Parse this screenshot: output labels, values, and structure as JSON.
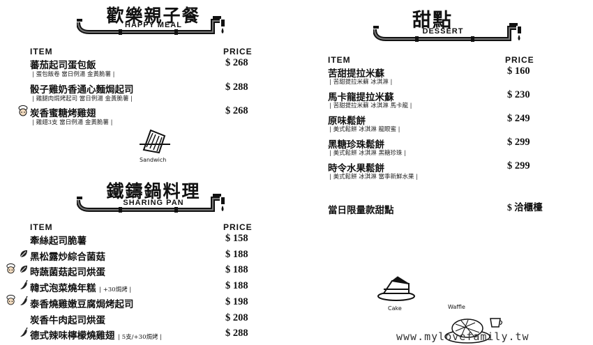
{
  "happy_meal": {
    "title": "歡樂親子餐",
    "subtitle": "HAPPY MEAL",
    "header_item": "ITEM",
    "header_price": "PRICE",
    "items": [
      {
        "name": "蕃茄起司蛋包飯",
        "sub": "| 蛋包飯卷 當日例湯 金黃脆薯 |",
        "price": "$ 268"
      },
      {
        "name": "骰子雞奶香通心麵焗起司",
        "sub": "| 雞腿肉焗烤起司 當日例湯 金黃脆薯 |",
        "price": "$ 288"
      },
      {
        "name": "炭香蜜糖烤雞翅",
        "sub": "| 雞翅3支 當日例湯 金黃脆薯 |",
        "price": "$ 268",
        "icon": "chef-kid-icon"
      }
    ]
  },
  "sandwich_label": "Sandwich",
  "sharing_pan": {
    "title": "鐵鑄鍋料理",
    "subtitle": "SHARING PAN",
    "header_item": "ITEM",
    "header_price": "PRICE",
    "items": [
      {
        "name": "牽絲起司脆薯",
        "price": "$ 158"
      },
      {
        "name": "黑松露炒綜合菌菇",
        "price": "$ 188",
        "icon": "leaf-icon"
      },
      {
        "name": "時蔬菌菇起司烘蛋",
        "price": "$ 188",
        "icon": "chef-kid-leaf-icon"
      },
      {
        "name": "韓式泡菜燒年糕",
        "extra": "| +30焗烤 |",
        "price": "$ 188",
        "icon": "chili-icon"
      },
      {
        "name": "泰香燒雞嫩豆腐焗烤起司",
        "price": "$ 198",
        "icon": "chef-kid-chili-icon"
      },
      {
        "name": "炭香牛肉起司烘蛋",
        "price": "$ 208"
      },
      {
        "name": "德式辣味檸檬燒雞翅",
        "extra": "| 5支/+30焗烤 |",
        "price": "$ 288",
        "icon": "chili-icon"
      }
    ]
  },
  "dessert": {
    "title": "甜點",
    "subtitle": "DESSERT",
    "header_item": "ITEM",
    "header_price": "PRICE",
    "items": [
      {
        "name": "苦甜提拉米蘇",
        "sub": "| 苦甜提拉米蘇 冰淇淋 |",
        "price": "$ 160"
      },
      {
        "name": "馬卡龍提拉米蘇",
        "sub": "| 苦甜提拉米蘇 冰淇淋 馬卡龍 |",
        "price": "$ 230"
      },
      {
        "name": "原味鬆餅",
        "sub": "| 美式鬆餅 冰淇淋 龍眼蜜 |",
        "price": "$ 249"
      },
      {
        "name": "黑糖珍珠鬆餅",
        "sub": "| 美式鬆餅 冰淇淋 黑糖珍珠 |",
        "price": "$ 299"
      },
      {
        "name": "時令水果鬆餅",
        "sub": "| 美式鬆餅 冰淇淋 當季新鮮水果 |",
        "price": "$ 299"
      }
    ],
    "daily_name": "當日限量款甜點",
    "daily_price": "$ 洽櫃檯"
  },
  "cake_label": "Cake",
  "waffle_label": "Waffle",
  "watermark": "www.mylovefamily.tw"
}
